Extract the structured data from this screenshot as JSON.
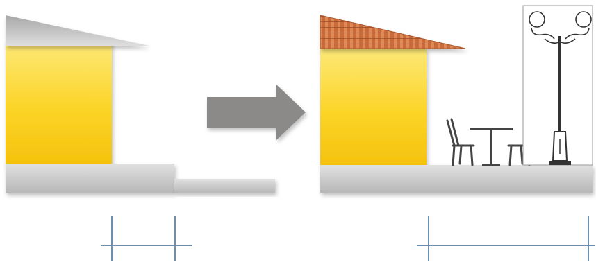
{
  "diagram": {
    "panels": [
      {
        "id": "before",
        "elements": [
          "roof-canopy",
          "yellow-wall",
          "raised-floor-slab",
          "lower-sidewalk-slab",
          "width-dimension-marker"
        ]
      },
      {
        "id": "after",
        "elements": [
          "tiled-roof",
          "yellow-wall",
          "extended-floor-slab",
          "bistro-table",
          "bistro-chair-left",
          "bistro-chair-right",
          "street-lamp",
          "width-dimension-marker"
        ]
      }
    ],
    "connector": {
      "type": "arrow",
      "direction": "right",
      "color": "#8c8a88"
    },
    "colors": {
      "wall_top": "#fde877",
      "wall_bottom": "#f5c20d",
      "slab": "#c9c9c9",
      "roof_gray": "#bfbfbf",
      "roof_tile": "#c86a3a",
      "furniture": "#444444",
      "dimension_line": "#6a8fb0"
    }
  }
}
